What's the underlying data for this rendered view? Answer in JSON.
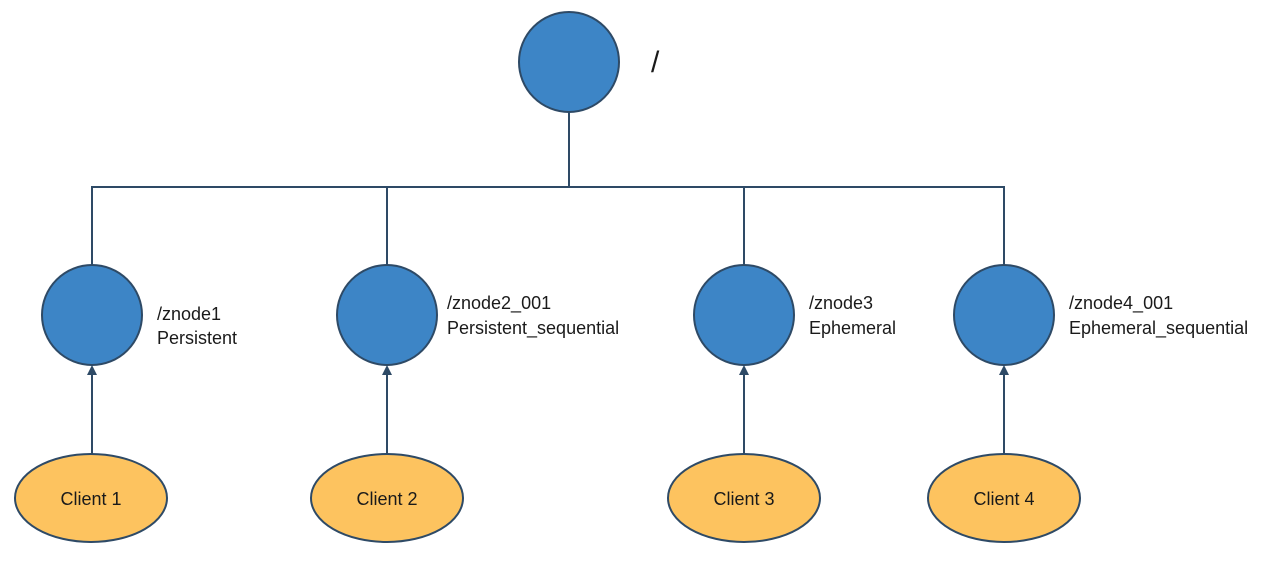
{
  "root": {
    "label": "/"
  },
  "znodes": [
    {
      "path": "/znode1",
      "type": "Persistent"
    },
    {
      "path": "/znode2_001",
      "type": "Persistent_sequential"
    },
    {
      "path": "/znode3",
      "type": "Ephemeral"
    },
    {
      "path": "/znode4_001",
      "type": "Ephemeral_sequential"
    }
  ],
  "clients": [
    {
      "label": "Client 1"
    },
    {
      "label": "Client 2"
    },
    {
      "label": "Client 3"
    },
    {
      "label": "Client 4"
    }
  ],
  "colors": {
    "node_fill": "#3d85c6",
    "client_fill": "#fdc35f",
    "stroke": "#2e4a66"
  }
}
